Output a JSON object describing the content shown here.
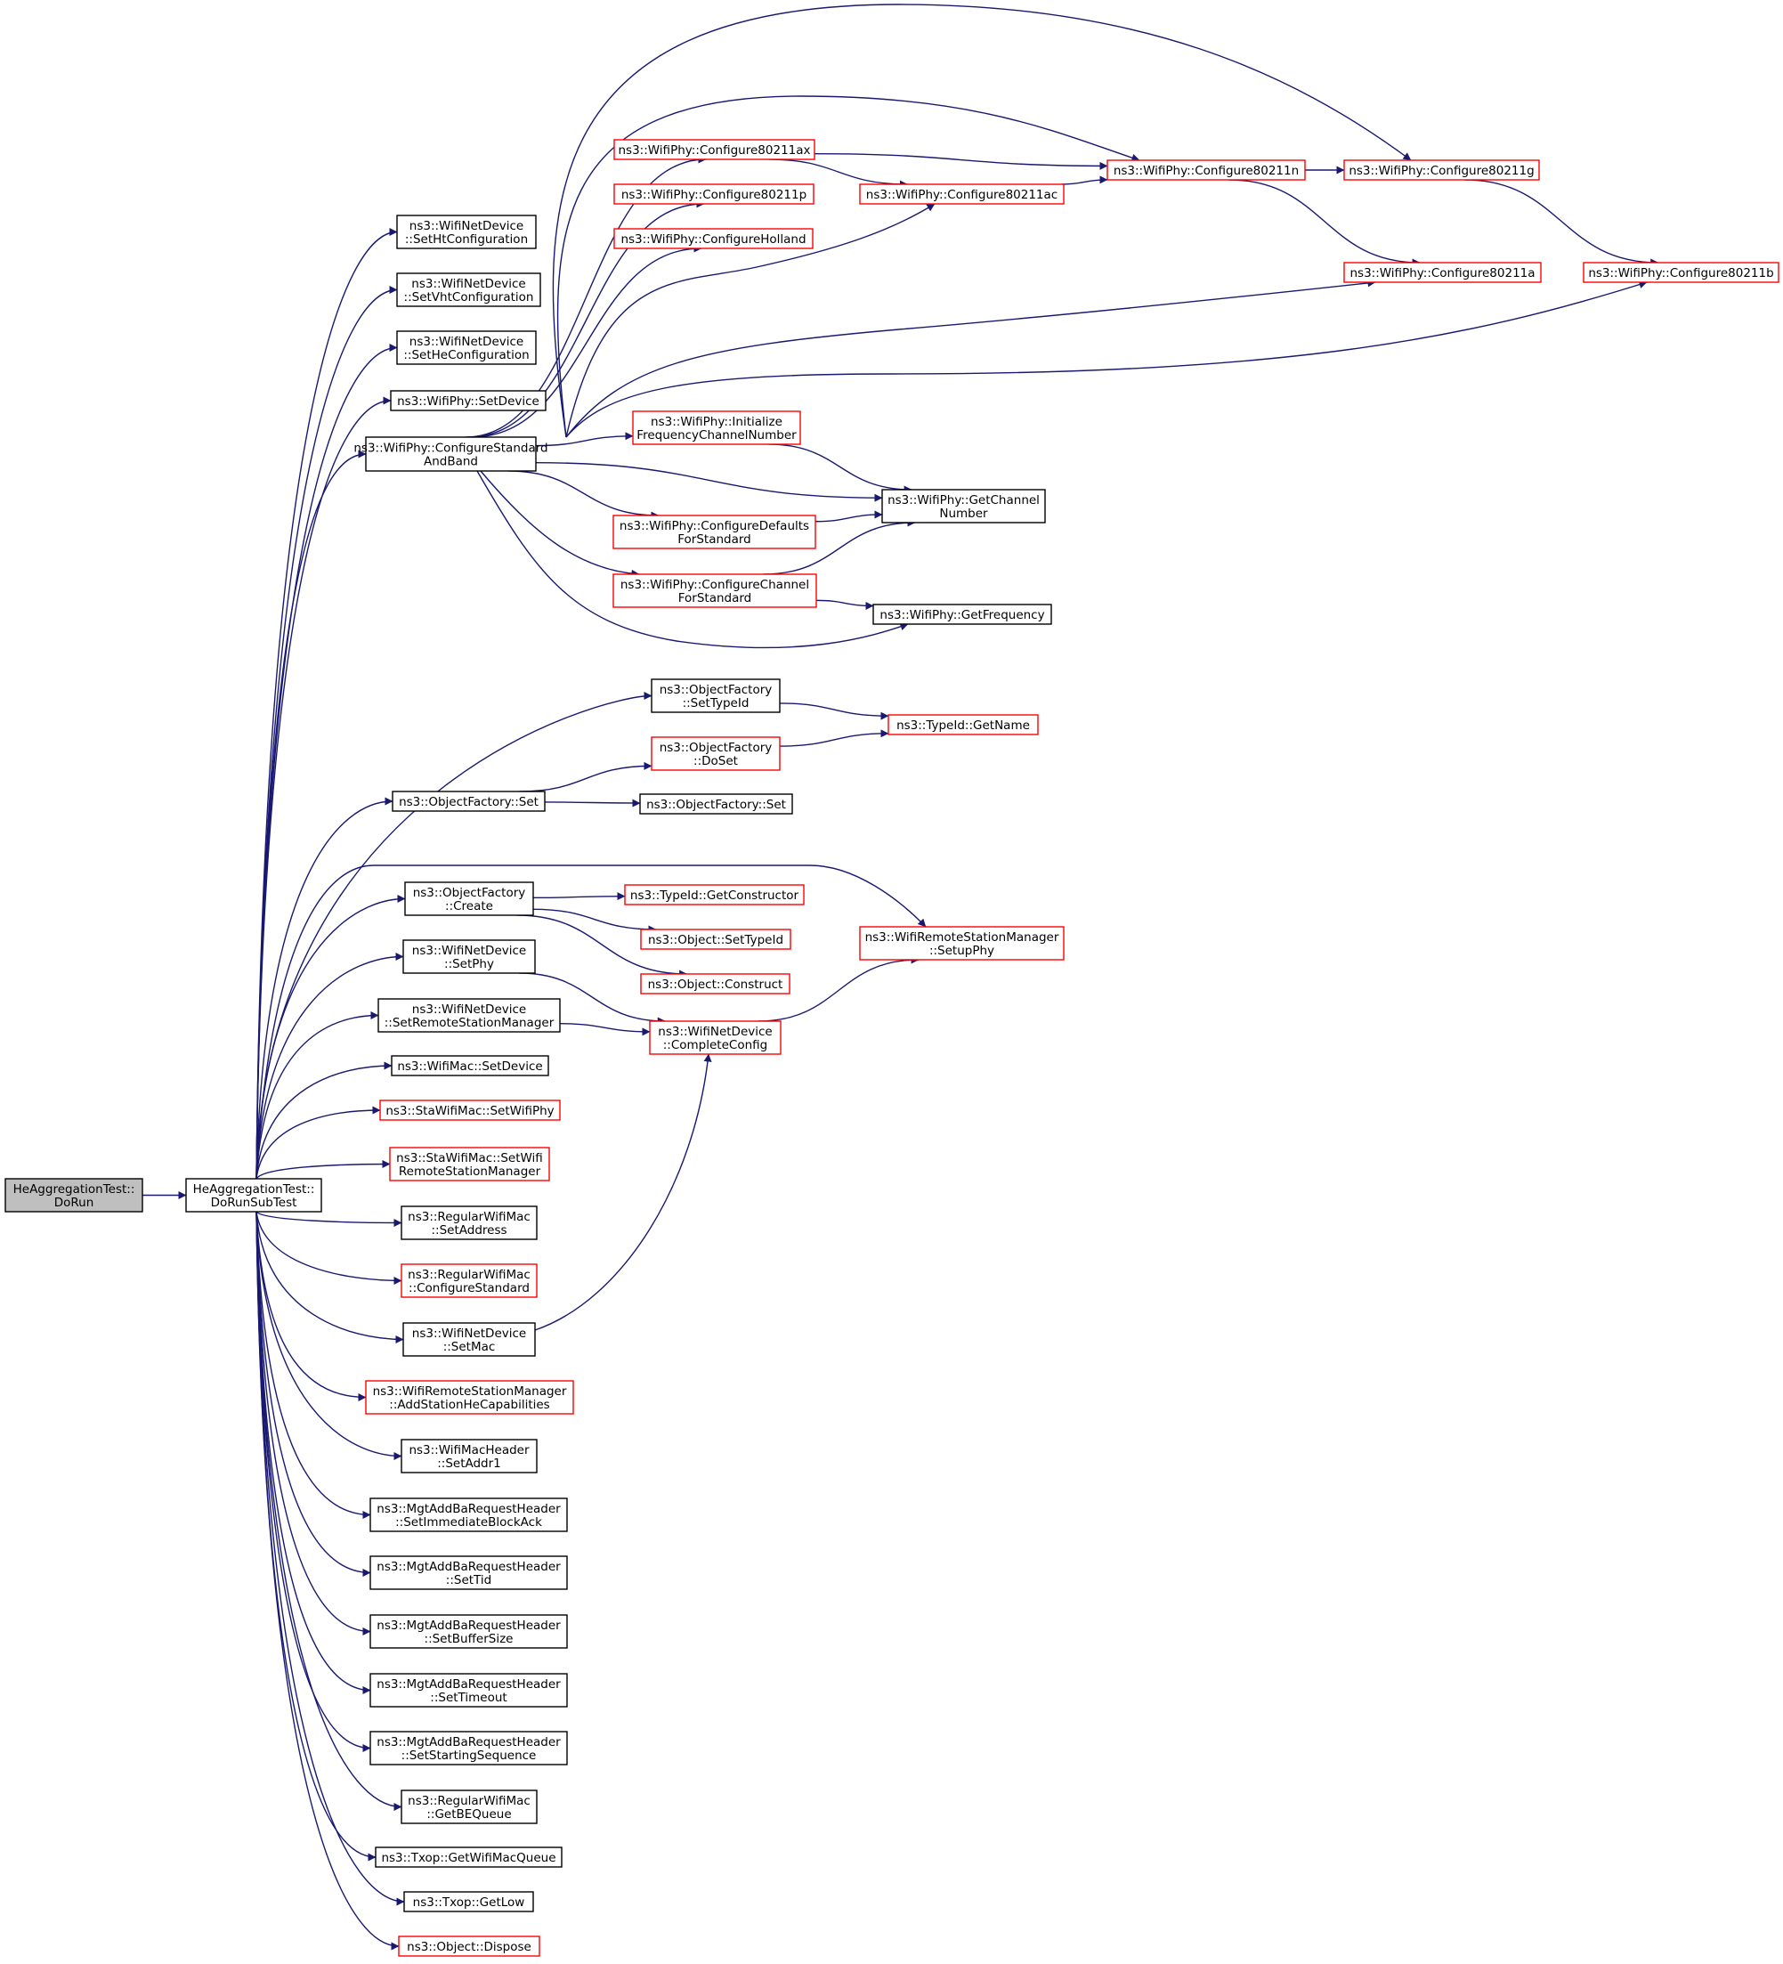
{
  "diagram_title": "",
  "colors": {
    "edge": "#191970",
    "border_normal": "#000000",
    "border_truncated": "#ff0000",
    "root_fill": "#bfbfbf",
    "node_fill": "#ffffff"
  },
  "nodes": [
    {
      "id": "n_dorun",
      "style": "root",
      "lines": [
        "HeAggregationTest::",
        "DoRun"
      ]
    },
    {
      "id": "n_dorunsub",
      "style": "normal",
      "lines": [
        "HeAggregationTest::",
        "DoRunSubTest"
      ]
    },
    {
      "id": "n_setht",
      "style": "normal",
      "lines": [
        "ns3::WifiNetDevice",
        "::SetHtConfiguration"
      ]
    },
    {
      "id": "n_setvht",
      "style": "normal",
      "lines": [
        "ns3::WifiNetDevice",
        "::SetVhtConfiguration"
      ]
    },
    {
      "id": "n_sethe",
      "style": "normal",
      "lines": [
        "ns3::WifiNetDevice",
        "::SetHeConfiguration"
      ]
    },
    {
      "id": "n_physetdevice",
      "style": "normal",
      "lines": [
        "ns3::WifiPhy::SetDevice"
      ]
    },
    {
      "id": "n_cfgstdband",
      "style": "normal",
      "lines": [
        "ns3::WifiPhy::ConfigureStandard",
        "AndBand"
      ]
    },
    {
      "id": "n_c80211ax",
      "style": "truncated",
      "lines": [
        "ns3::WifiPhy::Configure80211ax"
      ]
    },
    {
      "id": "n_c80211p",
      "style": "truncated",
      "lines": [
        "ns3::WifiPhy::Configure80211p"
      ]
    },
    {
      "id": "n_cholland",
      "style": "truncated",
      "lines": [
        "ns3::WifiPhy::ConfigureHolland"
      ]
    },
    {
      "id": "n_c80211ac",
      "style": "truncated",
      "lines": [
        "ns3::WifiPhy::Configure80211ac"
      ]
    },
    {
      "id": "n_c80211n",
      "style": "truncated",
      "lines": [
        "ns3::WifiPhy::Configure80211n"
      ]
    },
    {
      "id": "n_c80211g",
      "style": "truncated",
      "lines": [
        "ns3::WifiPhy::Configure80211g"
      ]
    },
    {
      "id": "n_c80211a",
      "style": "truncated",
      "lines": [
        "ns3::WifiPhy::Configure80211a"
      ]
    },
    {
      "id": "n_c80211b",
      "style": "truncated",
      "lines": [
        "ns3::WifiPhy::Configure80211b"
      ]
    },
    {
      "id": "n_initfreq",
      "style": "truncated",
      "lines": [
        "ns3::WifiPhy::Initialize",
        "FrequencyChannelNumber"
      ]
    },
    {
      "id": "n_getchan",
      "style": "normal",
      "lines": [
        "ns3::WifiPhy::GetChannel",
        "Number"
      ]
    },
    {
      "id": "n_cfgdefaults",
      "style": "truncated",
      "lines": [
        "ns3::WifiPhy::ConfigureDefaults",
        "ForStandard"
      ]
    },
    {
      "id": "n_cfgchannel",
      "style": "truncated",
      "lines": [
        "ns3::WifiPhy::ConfigureChannel",
        "ForStandard"
      ]
    },
    {
      "id": "n_getfreq",
      "style": "normal",
      "lines": [
        "ns3::WifiPhy::GetFrequency"
      ]
    },
    {
      "id": "n_ofsettypeid",
      "style": "normal",
      "lines": [
        "ns3::ObjectFactory",
        "::SetTypeId"
      ]
    },
    {
      "id": "n_gettypename",
      "style": "truncated",
      "lines": [
        "ns3::TypeId::GetName"
      ]
    },
    {
      "id": "n_ofdoset",
      "style": "truncated",
      "lines": [
        "ns3::ObjectFactory",
        "::DoSet"
      ]
    },
    {
      "id": "n_ofset1",
      "style": "normal",
      "lines": [
        "ns3::ObjectFactory::Set"
      ]
    },
    {
      "id": "n_ofset2",
      "style": "normal",
      "lines": [
        "ns3::ObjectFactory::Set"
      ]
    },
    {
      "id": "n_ofcreate",
      "style": "normal",
      "lines": [
        "ns3::ObjectFactory",
        "::Create"
      ]
    },
    {
      "id": "n_getctor",
      "style": "truncated",
      "lines": [
        "ns3::TypeId::GetConstructor"
      ]
    },
    {
      "id": "n_objsettypeid",
      "style": "truncated",
      "lines": [
        "ns3::Object::SetTypeId"
      ]
    },
    {
      "id": "n_objconstruct",
      "style": "truncated",
      "lines": [
        "ns3::Object::Construct"
      ]
    },
    {
      "id": "n_setupphy",
      "style": "truncated",
      "lines": [
        "ns3::WifiRemoteStationManager",
        "::SetupPhy"
      ]
    },
    {
      "id": "n_setphy",
      "style": "normal",
      "lines": [
        "ns3::WifiNetDevice",
        "::SetPhy"
      ]
    },
    {
      "id": "n_setrsm",
      "style": "normal",
      "lines": [
        "ns3::WifiNetDevice",
        "::SetRemoteStationManager"
      ]
    },
    {
      "id": "n_completecfg",
      "style": "truncated",
      "lines": [
        "ns3::WifiNetDevice",
        "::CompleteConfig"
      ]
    },
    {
      "id": "n_macsetdevice",
      "style": "normal",
      "lines": [
        "ns3::WifiMac::SetDevice"
      ]
    },
    {
      "id": "n_stasetwifiphy",
      "style": "truncated",
      "lines": [
        "ns3::StaWifiMac::SetWifiPhy"
      ]
    },
    {
      "id": "n_stasetrsm",
      "style": "truncated",
      "lines": [
        "ns3::StaWifiMac::SetWifi",
        "RemoteStationManager"
      ]
    },
    {
      "id": "n_rwmsetaddr",
      "style": "normal",
      "lines": [
        "ns3::RegularWifiMac",
        "::SetAddress"
      ]
    },
    {
      "id": "n_rwmcfgstd",
      "style": "truncated",
      "lines": [
        "ns3::RegularWifiMac",
        "::ConfigureStandard"
      ]
    },
    {
      "id": "n_setmac",
      "style": "normal",
      "lines": [
        "ns3::WifiNetDevice",
        "::SetMac"
      ]
    },
    {
      "id": "n_addhecap",
      "style": "truncated",
      "lines": [
        "ns3::WifiRemoteStationManager",
        "::AddStationHeCapabilities"
      ]
    },
    {
      "id": "n_setaddr1",
      "style": "normal",
      "lines": [
        "ns3::WifiMacHeader",
        "::SetAddr1"
      ]
    },
    {
      "id": "n_setimmba",
      "style": "normal",
      "lines": [
        "ns3::MgtAddBaRequestHeader",
        "::SetImmediateBlockAck"
      ]
    },
    {
      "id": "n_settid",
      "style": "normal",
      "lines": [
        "ns3::MgtAddBaRequestHeader",
        "::SetTid"
      ]
    },
    {
      "id": "n_setbufsize",
      "style": "normal",
      "lines": [
        "ns3::MgtAddBaRequestHeader",
        "::SetBufferSize"
      ]
    },
    {
      "id": "n_settimeout",
      "style": "normal",
      "lines": [
        "ns3::MgtAddBaRequestHeader",
        "::SetTimeout"
      ]
    },
    {
      "id": "n_setstartseq",
      "style": "normal",
      "lines": [
        "ns3::MgtAddBaRequestHeader",
        "::SetStartingSequence"
      ]
    },
    {
      "id": "n_getbequeue",
      "style": "normal",
      "lines": [
        "ns3::RegularWifiMac",
        "::GetBEQueue"
      ]
    },
    {
      "id": "n_getwifimacq",
      "style": "normal",
      "lines": [
        "ns3::Txop::GetWifiMacQueue"
      ]
    },
    {
      "id": "n_getlow",
      "style": "normal",
      "lines": [
        "ns3::Txop::GetLow"
      ]
    },
    {
      "id": "n_dispose",
      "style": "truncated",
      "lines": [
        "ns3::Object::Dispose"
      ]
    }
  ],
  "edges": [
    [
      "n_dorun",
      "n_dorunsub"
    ],
    [
      "n_dorunsub",
      "n_setht"
    ],
    [
      "n_dorunsub",
      "n_setvht"
    ],
    [
      "n_dorunsub",
      "n_sethe"
    ],
    [
      "n_dorunsub",
      "n_physetdevice"
    ],
    [
      "n_dorunsub",
      "n_cfgstdband"
    ],
    [
      "n_dorunsub",
      "n_ofsettypeid"
    ],
    [
      "n_dorunsub",
      "n_ofset1"
    ],
    [
      "n_dorunsub",
      "n_setupphy"
    ],
    [
      "n_dorunsub",
      "n_ofcreate"
    ],
    [
      "n_dorunsub",
      "n_setphy"
    ],
    [
      "n_dorunsub",
      "n_setrsm"
    ],
    [
      "n_dorunsub",
      "n_macsetdevice"
    ],
    [
      "n_dorunsub",
      "n_stasetwifiphy"
    ],
    [
      "n_dorunsub",
      "n_stasetrsm"
    ],
    [
      "n_dorunsub",
      "n_rwmsetaddr"
    ],
    [
      "n_dorunsub",
      "n_rwmcfgstd"
    ],
    [
      "n_dorunsub",
      "n_setmac"
    ],
    [
      "n_dorunsub",
      "n_addhecap"
    ],
    [
      "n_dorunsub",
      "n_setaddr1"
    ],
    [
      "n_dorunsub",
      "n_setimmba"
    ],
    [
      "n_dorunsub",
      "n_settid"
    ],
    [
      "n_dorunsub",
      "n_setbufsize"
    ],
    [
      "n_dorunsub",
      "n_settimeout"
    ],
    [
      "n_dorunsub",
      "n_setstartseq"
    ],
    [
      "n_dorunsub",
      "n_getbequeue"
    ],
    [
      "n_dorunsub",
      "n_getwifimacq"
    ],
    [
      "n_dorunsub",
      "n_getlow"
    ],
    [
      "n_dorunsub",
      "n_dispose"
    ],
    [
      "n_cfgstdband",
      "n_c80211ax"
    ],
    [
      "n_cfgstdband",
      "n_c80211p"
    ],
    [
      "n_cfgstdband",
      "n_cholland"
    ],
    [
      "n_cfgstdband",
      "n_c80211ac"
    ],
    [
      "n_cfgstdband",
      "n_c80211n"
    ],
    [
      "n_cfgstdband",
      "n_c80211g"
    ],
    [
      "n_cfgstdband",
      "n_c80211a"
    ],
    [
      "n_cfgstdband",
      "n_c80211b"
    ],
    [
      "n_cfgstdband",
      "n_initfreq"
    ],
    [
      "n_cfgstdband",
      "n_getchan"
    ],
    [
      "n_cfgstdband",
      "n_cfgdefaults"
    ],
    [
      "n_cfgstdband",
      "n_cfgchannel"
    ],
    [
      "n_cfgstdband",
      "n_getfreq"
    ],
    [
      "n_c80211ax",
      "n_c80211n"
    ],
    [
      "n_c80211ax",
      "n_c80211ac"
    ],
    [
      "n_c80211ac",
      "n_c80211n"
    ],
    [
      "n_c80211n",
      "n_c80211g"
    ],
    [
      "n_c80211n",
      "n_c80211a"
    ],
    [
      "n_c80211g",
      "n_c80211b"
    ],
    [
      "n_initfreq",
      "n_getchan"
    ],
    [
      "n_cfgdefaults",
      "n_getchan"
    ],
    [
      "n_cfgchannel",
      "n_getchan"
    ],
    [
      "n_cfgchannel",
      "n_getfreq"
    ],
    [
      "n_ofsettypeid",
      "n_gettypename"
    ],
    [
      "n_ofdoset",
      "n_gettypename"
    ],
    [
      "n_ofset1",
      "n_ofdoset"
    ],
    [
      "n_ofset1",
      "n_ofset2"
    ],
    [
      "n_ofcreate",
      "n_getctor"
    ],
    [
      "n_ofcreate",
      "n_objsettypeid"
    ],
    [
      "n_ofcreate",
      "n_objconstruct"
    ],
    [
      "n_setphy",
      "n_completecfg"
    ],
    [
      "n_setrsm",
      "n_completecfg"
    ],
    [
      "n_setmac",
      "n_completecfg"
    ],
    [
      "n_completecfg",
      "n_setupphy"
    ]
  ]
}
